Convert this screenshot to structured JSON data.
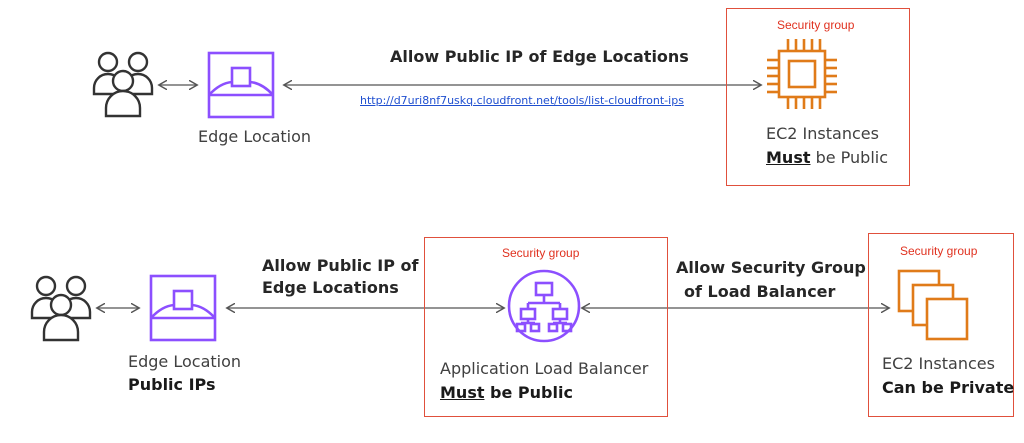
{
  "top": {
    "edge_label": "Edge Location",
    "arrow_label": "Allow Public IP of Edge Locations",
    "url": "http://d7uri8nf7uskq.cloudfront.net/tools/list-cloudfront-ips",
    "security_group_label": "Security group",
    "ec2_line1": "EC2 Instances",
    "ec2_must": "Must",
    "ec2_rest": " be Public"
  },
  "bottom": {
    "edge_label": "Edge Location",
    "edge_sublabel": "Public IPs",
    "arrow1_line1": "Allow Public IP of",
    "arrow1_line2": "Edge Locations",
    "alb_security_group_label": "Security group",
    "alb_line1": "Application Load Balancer",
    "alb_must": "Must",
    "alb_rest": " be Public",
    "arrow2_line1": "Allow Security Group",
    "arrow2_line2": "of Load Balancer",
    "ec2_security_group_label": "Security group",
    "ec2_line1": "EC2 Instances",
    "ec2_line2": "Can be Private"
  },
  "colors": {
    "cloudfront": "#8c4fff",
    "ec2": "#e07b19",
    "alb": "#8c4fff",
    "security_group": "#e0503c"
  }
}
